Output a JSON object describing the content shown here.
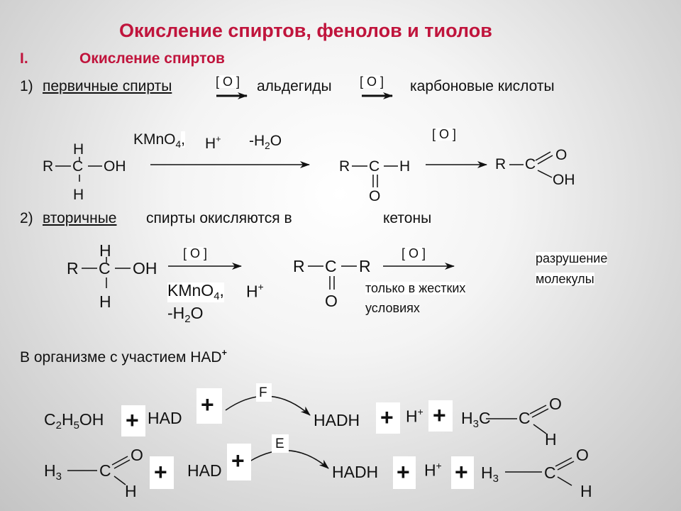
{
  "title": "Окисление спиртов, фенолов и тиолов",
  "section": {
    "num": "I.",
    "label": "Окисление спиртов"
  },
  "line1": {
    "num": "1)",
    "subject": "первичные спирты",
    "o": "[ O ]",
    "mid": "альдегиды",
    "end": "карбоновые кислоты"
  },
  "r1": {
    "h": "H",
    "r": "R",
    "c": "C",
    "oh": "OH",
    "kmno": "KMnO",
    "sub4": "4",
    "comma": ",",
    "hplus": "H",
    "plus": "+",
    "minus_h": "-H",
    "sub2": "2",
    "o": "O",
    "o_br": "[ O ]",
    "ald_r": "R",
    "ald_c": "C",
    "ald_h": "H",
    "ald_o": "O",
    "acid_r": "R",
    "acid_c": "C",
    "acid_o": "O",
    "acid_oh": "OH"
  },
  "line2": {
    "num": "2)",
    "subject": "вторичные ",
    "rest": "спирты окисляются в",
    "end": "кетоны"
  },
  "r2": {
    "r": "R",
    "c": "C",
    "h": "H",
    "oh": "OH",
    "o_br": "[ O ]",
    "kmno": "KMnO",
    "sub4": "4",
    "comma": ",",
    "hplus": "H",
    "plus": "+",
    "minus_h": "-H",
    "sub2": "2",
    "o": "O",
    "ket_r1": "R",
    "ket_c": "C",
    "ket_r2": "R",
    "ket_o": "O",
    "o_br2": "[ O ]",
    "hard1": "только в жестких",
    "hard2": "условиях",
    "destr1": "разрушение",
    "destr2": "молекулы"
  },
  "org": {
    "text": "В организме с участием НАD",
    "plus": "+"
  },
  "e1": {
    "c2": "C",
    "s2": "2",
    "h5": "H",
    "s5": "5",
    "oh": "OH",
    "plus": "+",
    "had": "HAD",
    "enzyme": "F",
    "hadh": "HADH",
    "h": "H",
    "hsup": "+",
    "h3": "H",
    "s3": "3",
    "c": "C",
    "o": "O",
    "ald_h": "H"
  },
  "e2": {
    "h3": "H",
    "s3": "3",
    "c": "C",
    "o": "O",
    "ald_h": "H",
    "plus": "+",
    "had": "HAD",
    "enzyme": "E",
    "hadh": "HADH",
    "h": "H",
    "hsup": "+"
  }
}
